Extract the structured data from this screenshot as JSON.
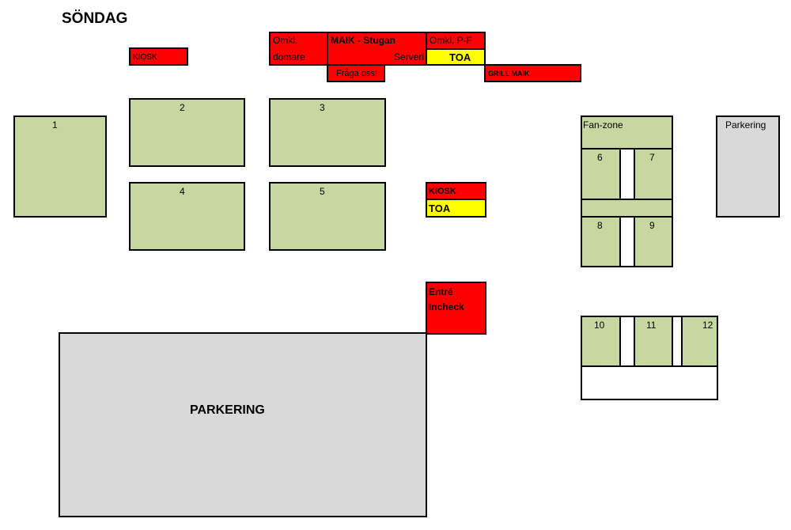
{
  "title": "SÖNDAG",
  "fields": {
    "f1": "1",
    "f2": "2",
    "f3": "3",
    "f4": "4",
    "f5": "5",
    "f6": "6",
    "f7": "7",
    "f8": "8",
    "f9": "9",
    "f10": "10",
    "f11": "11",
    "f12": "12"
  },
  "labels": {
    "kiosk_top": "KIOSK",
    "omkl_domare_1": "Omkl.",
    "omkl_domare_2": "domare",
    "maik_stugan": "MAIK - Stugan",
    "serveri": "Serveri",
    "omkl_pf": "Omkl. P-F",
    "toa_top": "TOA",
    "fraga_oss": "Fråga oss!",
    "grill_maik": "GRILL MAIK",
    "fan_zone": "Fan-zone",
    "parkering_small": "Parkering",
    "kiosk_mid": "KIOSK",
    "toa_mid": "TOA",
    "entre_1": "Entré",
    "entre_2": "Incheck",
    "parkering_big": "PARKERING"
  },
  "colors": {
    "field": "#c6d8a0",
    "facility": "#ff0000",
    "toilet": "#ffff00",
    "parking": "#d9d9d9"
  }
}
